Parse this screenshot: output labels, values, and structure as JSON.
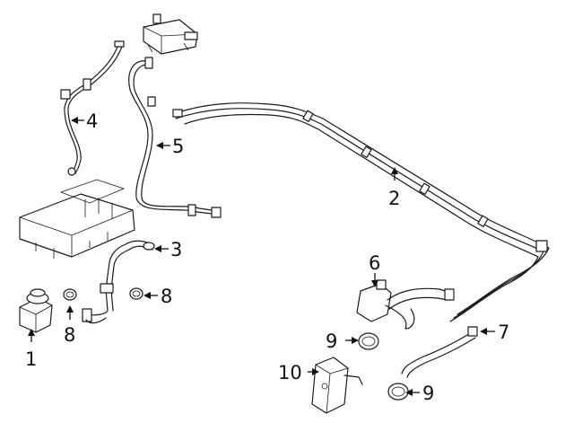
{
  "callouts": {
    "c1": "1",
    "c2": "2",
    "c3": "3",
    "c4": "4",
    "c5": "5",
    "c6": "6",
    "c7": "7",
    "c8a": "8",
    "c8b": "8",
    "c9a": "9",
    "c9b": "9",
    "c10": "10"
  }
}
